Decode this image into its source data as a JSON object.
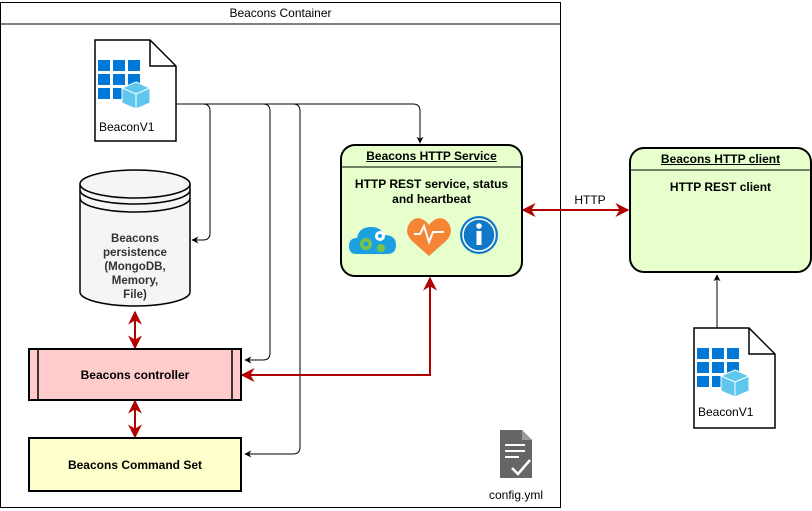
{
  "container": {
    "title": "Beacons Container"
  },
  "doc_top": {
    "label": "BeaconV1"
  },
  "doc_client": {
    "label": "BeaconV1"
  },
  "persistence": {
    "lines": [
      "Beacons",
      "persistence",
      "(MongoDB,",
      "Memory,",
      "File)"
    ]
  },
  "controller": {
    "label": "Beacons controller"
  },
  "command_set": {
    "label": "Beacons Command Set"
  },
  "http_service": {
    "title": "Beacons HTTP Service",
    "body": "HTTP REST service, status and heartbeat"
  },
  "http_client": {
    "title": "Beacons HTTP client",
    "body": "HTTP REST client"
  },
  "link_http": {
    "label": "HTTP"
  },
  "config": {
    "label": "config.yml"
  },
  "icons": [
    "cloud-gears-icon",
    "heartbeat-icon",
    "info-icon",
    "cube-grid-icon",
    "config-file-icon"
  ],
  "colors": {
    "service_fill": "#e6ffcc",
    "controller_fill": "#ffcccc",
    "command_fill": "#ffffcc",
    "db_fill": "#f5f5f5",
    "arrow_red": "#b20000",
    "icon_blue": "#0078d7"
  }
}
